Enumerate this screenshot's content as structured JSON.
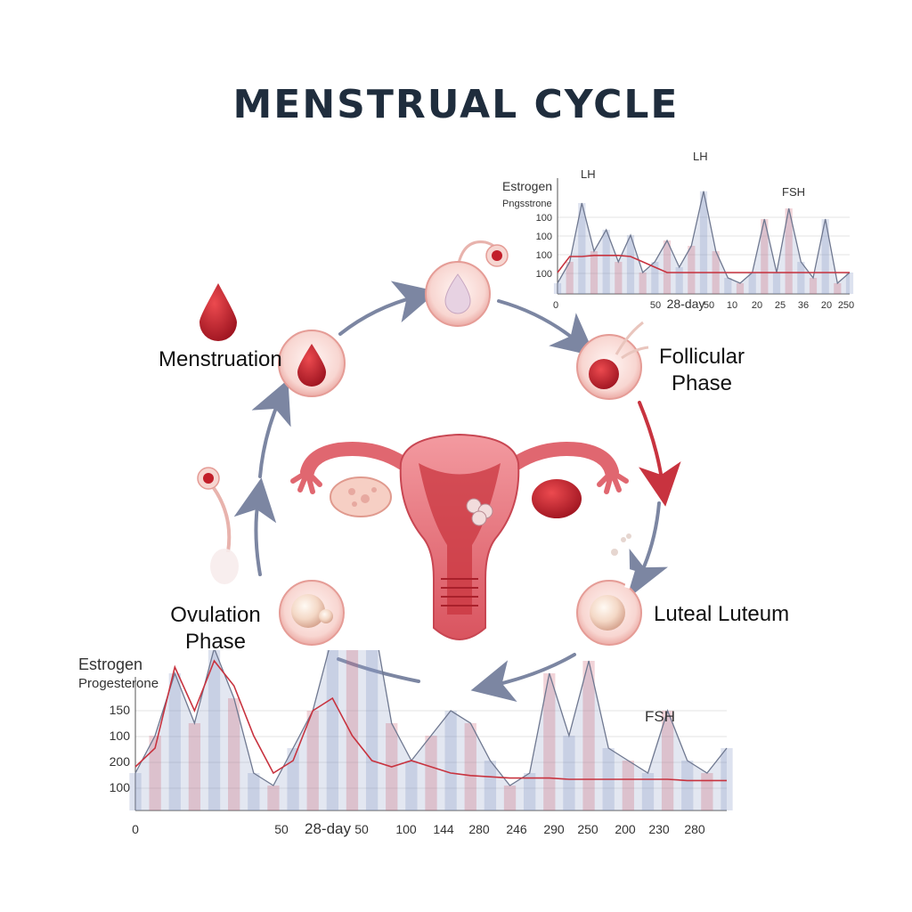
{
  "title": "MENSTRUAL CYCLE",
  "phases": {
    "menstruation": "Menstruation",
    "follicular_line1": "Follicular",
    "follicular_line2": "Phase",
    "luteal": "Luteal Luteum",
    "ovulation_line1": "Ovulation",
    "ovulation_line2": "Phase"
  },
  "chart_data": [
    {
      "type": "area",
      "legend": [
        "Estrogen",
        "Pngsstrone"
      ],
      "annotations": [
        "LH",
        "LH",
        "FSH"
      ],
      "yticks": [
        "100",
        "100",
        "100",
        "100"
      ],
      "xticks": [
        "0",
        "50",
        "28-day",
        "50",
        "10",
        "20",
        "25",
        "36",
        "20",
        "250"
      ],
      "series": [
        {
          "name": "Estrogen",
          "values": [
            10,
            30,
            85,
            40,
            60,
            30,
            55,
            20,
            30,
            50,
            25,
            45,
            96,
            40,
            15,
            10,
            20,
            70,
            20,
            80,
            30,
            15,
            70,
            10,
            20
          ]
        },
        {
          "name": "Pngsstrone",
          "values": [
            20,
            35,
            35,
            36,
            36,
            36,
            35,
            30,
            25,
            20,
            20,
            20,
            20,
            20,
            20,
            20,
            20,
            20,
            20,
            20,
            20,
            20,
            20,
            20,
            20
          ]
        }
      ]
    },
    {
      "type": "area",
      "legend": [
        "Estrogen",
        "Progesterone"
      ],
      "annotations": [
        "FSH"
      ],
      "yticks": [
        "150",
        "100",
        "200",
        "100"
      ],
      "xticks": [
        "0",
        "50",
        "28-day",
        "50",
        "100",
        "144",
        "280",
        "246",
        "290",
        "250",
        "200",
        "230",
        "280"
      ],
      "series": [
        {
          "name": "Estrogen",
          "values": [
            30,
            60,
            110,
            70,
            130,
            90,
            30,
            20,
            50,
            80,
            140,
            190,
            160,
            70,
            40,
            60,
            80,
            70,
            40,
            20,
            30,
            110,
            60,
            120,
            50,
            40,
            30,
            80,
            40,
            30,
            50
          ]
        },
        {
          "name": "Progesterone",
          "values": [
            35,
            50,
            115,
            80,
            120,
            100,
            60,
            30,
            40,
            80,
            90,
            60,
            40,
            35,
            40,
            35,
            30,
            28,
            27,
            26,
            26,
            26,
            25,
            25,
            25,
            25,
            25,
            25,
            24,
            24,
            24
          ]
        }
      ]
    }
  ],
  "colors": {
    "title": "#1f2d3d",
    "uterus": "#e8787e",
    "blood": "#c21f2a",
    "arrow": "#7c86a2",
    "estrogen": "#6f7890",
    "progesterone": "#c8333f"
  }
}
